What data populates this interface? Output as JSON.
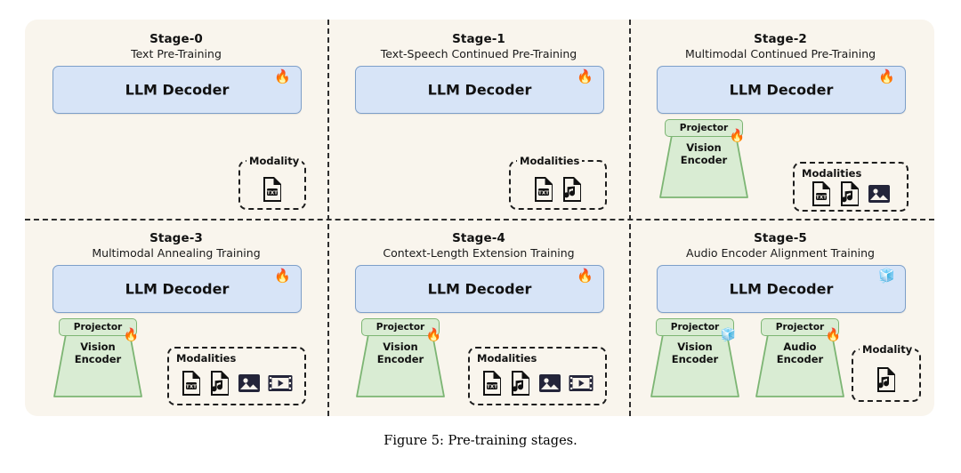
{
  "figure": {
    "caption": "Figure 5: Pre-training stages.",
    "background": "#f9f5ed",
    "llm_fill": "#d7e4f7",
    "llm_border": "#7d9fc9",
    "encoder_fill": "#d9ecd3",
    "encoder_border": "#7cb573",
    "icon_color": "#24253a"
  },
  "labels": {
    "llm_decoder": "LLM Decoder",
    "projector": "Projector",
    "vision_encoder": "Vision\nEncoder",
    "vision_encoder_line1": "Vision",
    "vision_encoder_line2": "Encoder",
    "audio_encoder_line1": "Audio",
    "audio_encoder_line2": "Encoder",
    "modality_singular": "Modality",
    "modality_plural": "Modalities",
    "trainable_icon": "flame-icon",
    "frozen_icon": "snowflake-icon"
  },
  "panels": [
    {
      "id": "stage-0",
      "title": "Stage-0",
      "subtitle": "Text Pre-Training",
      "llm": {
        "label": "LLM Decoder",
        "state": "trainable"
      },
      "encoders": [],
      "modality": {
        "label": "Modality",
        "label_style": "overlap",
        "icons": [
          "text-file-icon"
        ]
      }
    },
    {
      "id": "stage-1",
      "title": "Stage-1",
      "subtitle": "Text-Speech Continued Pre-Training",
      "llm": {
        "label": "LLM Decoder",
        "state": "trainable"
      },
      "encoders": [],
      "modality": {
        "label": "Modalities",
        "label_style": "overlap",
        "icons": [
          "text-file-icon",
          "audio-file-icon"
        ]
      }
    },
    {
      "id": "stage-2",
      "title": "Stage-2",
      "subtitle": "Multimodal Continued Pre-Training",
      "llm": {
        "label": "LLM Decoder",
        "state": "trainable"
      },
      "encoders": [
        {
          "projector": "Projector",
          "projector_state": "trainable",
          "line1": "Vision",
          "line2": "Encoder"
        }
      ],
      "modality": {
        "label": "Modalities",
        "label_style": "inside",
        "icons": [
          "text-file-icon",
          "audio-file-icon",
          "image-icon"
        ]
      }
    },
    {
      "id": "stage-3",
      "title": "Stage-3",
      "subtitle": "Multimodal Annealing Training",
      "llm": {
        "label": "LLM Decoder",
        "state": "trainable"
      },
      "encoders": [
        {
          "projector": "Projector",
          "projector_state": "trainable",
          "line1": "Vision",
          "line2": "Encoder"
        }
      ],
      "modality": {
        "label": "Modalities",
        "label_style": "inside",
        "icons": [
          "text-file-icon",
          "audio-file-icon",
          "image-icon",
          "video-icon"
        ]
      }
    },
    {
      "id": "stage-4",
      "title": "Stage-4",
      "subtitle": "Context-Length Extension Training",
      "llm": {
        "label": "LLM Decoder",
        "state": "trainable"
      },
      "encoders": [
        {
          "projector": "Projector",
          "projector_state": "trainable",
          "line1": "Vision",
          "line2": "Encoder"
        }
      ],
      "modality": {
        "label": "Modalities",
        "label_style": "inside",
        "icons": [
          "text-file-icon",
          "audio-file-icon",
          "image-icon",
          "video-icon"
        ]
      }
    },
    {
      "id": "stage-5",
      "title": "Stage-5",
      "subtitle": "Audio Encoder Alignment Training",
      "llm": {
        "label": "LLM Decoder",
        "state": "frozen"
      },
      "encoders": [
        {
          "projector": "Projector",
          "projector_state": "frozen",
          "line1": "Vision",
          "line2": "Encoder"
        },
        {
          "projector": "Projector",
          "projector_state": "trainable",
          "line1": "Audio",
          "line2": "Encoder"
        }
      ],
      "modality": {
        "label": "Modality",
        "label_style": "overlap",
        "icons": [
          "audio-file-icon"
        ]
      }
    }
  ]
}
